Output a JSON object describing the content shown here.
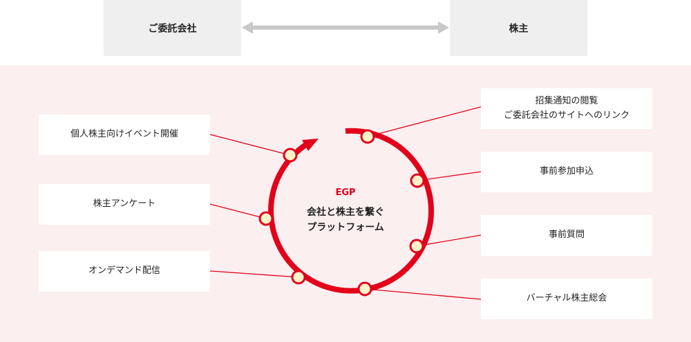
{
  "header": {
    "left_label": "ご委託会社",
    "right_label": "株主"
  },
  "center": {
    "label": "EGP",
    "description": "会社と株主を繋ぐ\nプラットフォーム"
  },
  "left_items": [
    "個人株主向けイベント開催",
    "株主アンケート",
    "オンデマンド配信"
  ],
  "right_items": [
    "招集通知の閲覧\nご委託会社のサイトへのリンク",
    "事前参加申込",
    "事前質問",
    "バーチャル株主総会"
  ],
  "colors": {
    "accent": "#e2001a",
    "panel": "#fbeff0",
    "header_box": "#efefef",
    "node_fill": "#fdf3c9",
    "arrow": "#c8c8c8"
  }
}
